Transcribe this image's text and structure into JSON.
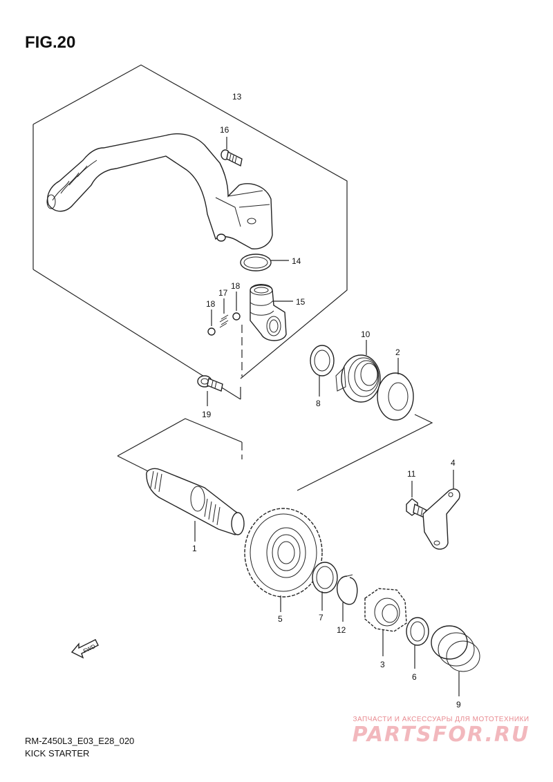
{
  "figure_title": "FIG.20",
  "footer": {
    "code": "RM-Z450L3_E03_E28_020",
    "name": "KICK STARTER"
  },
  "watermark": {
    "tagline": "ЗАПЧАСТИ И АКСЕССУАРЫ ДЛЯ МОТОТЕХНИКИ",
    "brand": "PARTSFOR.RU"
  },
  "fwd_label": "FWD",
  "callouts": {
    "p1": "1",
    "p2": "2",
    "p3": "3",
    "p4": "4",
    "p5": "5",
    "p6": "6",
    "p7": "7",
    "p8": "8",
    "p9": "9",
    "p10": "10",
    "p11": "11",
    "p12": "12",
    "p13": "13",
    "p14": "14",
    "p15": "15",
    "p16": "16",
    "p17": "17",
    "p18a": "18",
    "p18b": "18",
    "p19": "19"
  },
  "colors": {
    "line": "#222222",
    "watermark": "#f2b8bd"
  }
}
